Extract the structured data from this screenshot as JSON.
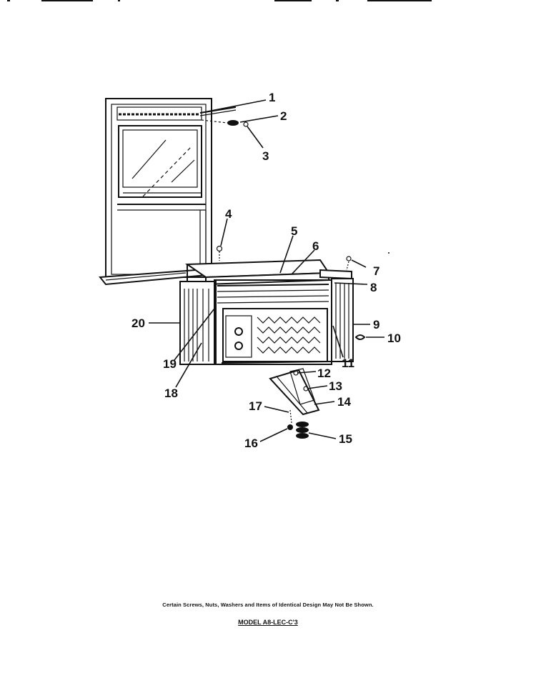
{
  "parts": [
    {
      "num": "1"
    },
    {
      "num": "2"
    },
    {
      "num": "3"
    },
    {
      "num": "4"
    },
    {
      "num": "5"
    },
    {
      "num": "6"
    },
    {
      "num": "7"
    },
    {
      "num": "8"
    },
    {
      "num": "9"
    },
    {
      "num": "10"
    },
    {
      "num": "11"
    },
    {
      "num": "12"
    },
    {
      "num": "13"
    },
    {
      "num": "14"
    },
    {
      "num": "15"
    },
    {
      "num": "16"
    },
    {
      "num": "17"
    },
    {
      "num": "18"
    },
    {
      "num": "19"
    },
    {
      "num": "20"
    }
  ],
  "footer": {
    "note": "Certain Screws, Nuts, Washers and Items of Identical Design May Not Be Shown.",
    "model": "MODEL A8-LEC-C'3"
  }
}
